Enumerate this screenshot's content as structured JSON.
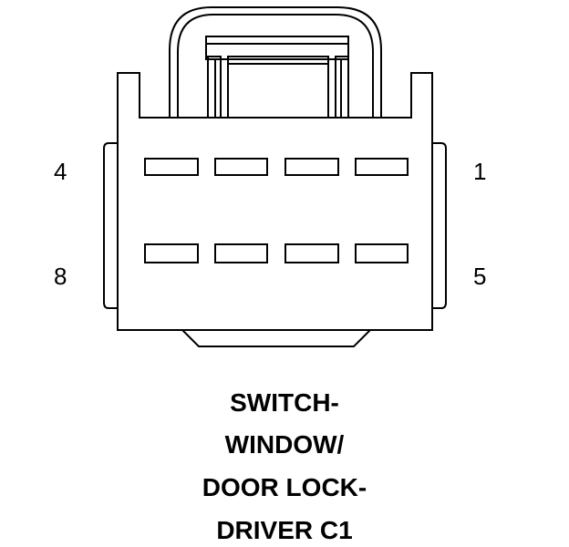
{
  "pin_labels": {
    "top_left": "4",
    "bottom_left": "8",
    "top_right": "1",
    "bottom_right": "5"
  },
  "caption": {
    "line1": "SWITCH-",
    "line2": "WINDOW/",
    "line3": "DOOR LOCK-",
    "line4": "DRIVER C1"
  }
}
